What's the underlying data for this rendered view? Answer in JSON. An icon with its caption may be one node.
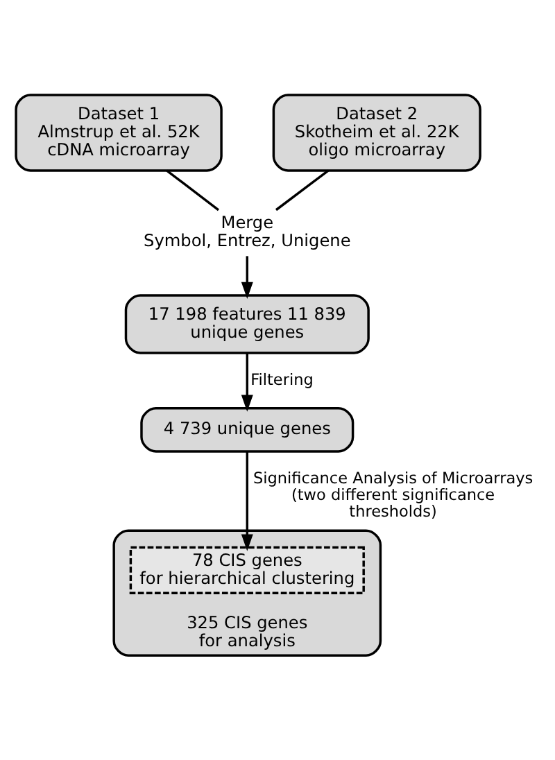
{
  "diagram": {
    "nodes": [
      {
        "text": [
          "Dataset 1",
          "Almstrup et al. 52K cDNA microarray"
        ]
      },
      {
        "text": [
          "Dataset 2",
          "Skotheim et al. 22K oligo microarray"
        ]
      },
      {
        "text": [
          "Merge",
          "Symbol, Entrez, Unigene"
        ]
      },
      {
        "text": [
          "17 198 features 11 839 unique genes"
        ]
      },
      {
        "text": [
          "4 739 unique genes"
        ]
      },
      {
        "text": [
          "325 CIS genes",
          "for analysis"
        ]
      },
      {
        "text": [
          "78 CIS genes",
          "for hierarchical clustering"
        ],
        "in": 5
      }
    ],
    "edges": [
      {
        "from": 0,
        "to": 2,
        "arrow": "none"
      },
      {
        "from": 1,
        "to": 2,
        "arrow": "none"
      },
      {
        "from": 2,
        "to": 3,
        "arrow": "to"
      },
      {
        "from": 3,
        "to": 4,
        "arrow": "to",
        "label": "Filtering"
      },
      {
        "from": 4,
        "to": 6,
        "arrow": "to",
        "label": "Significance Analysis of Microarrays (two different significance thresholds)"
      }
    ]
  }
}
